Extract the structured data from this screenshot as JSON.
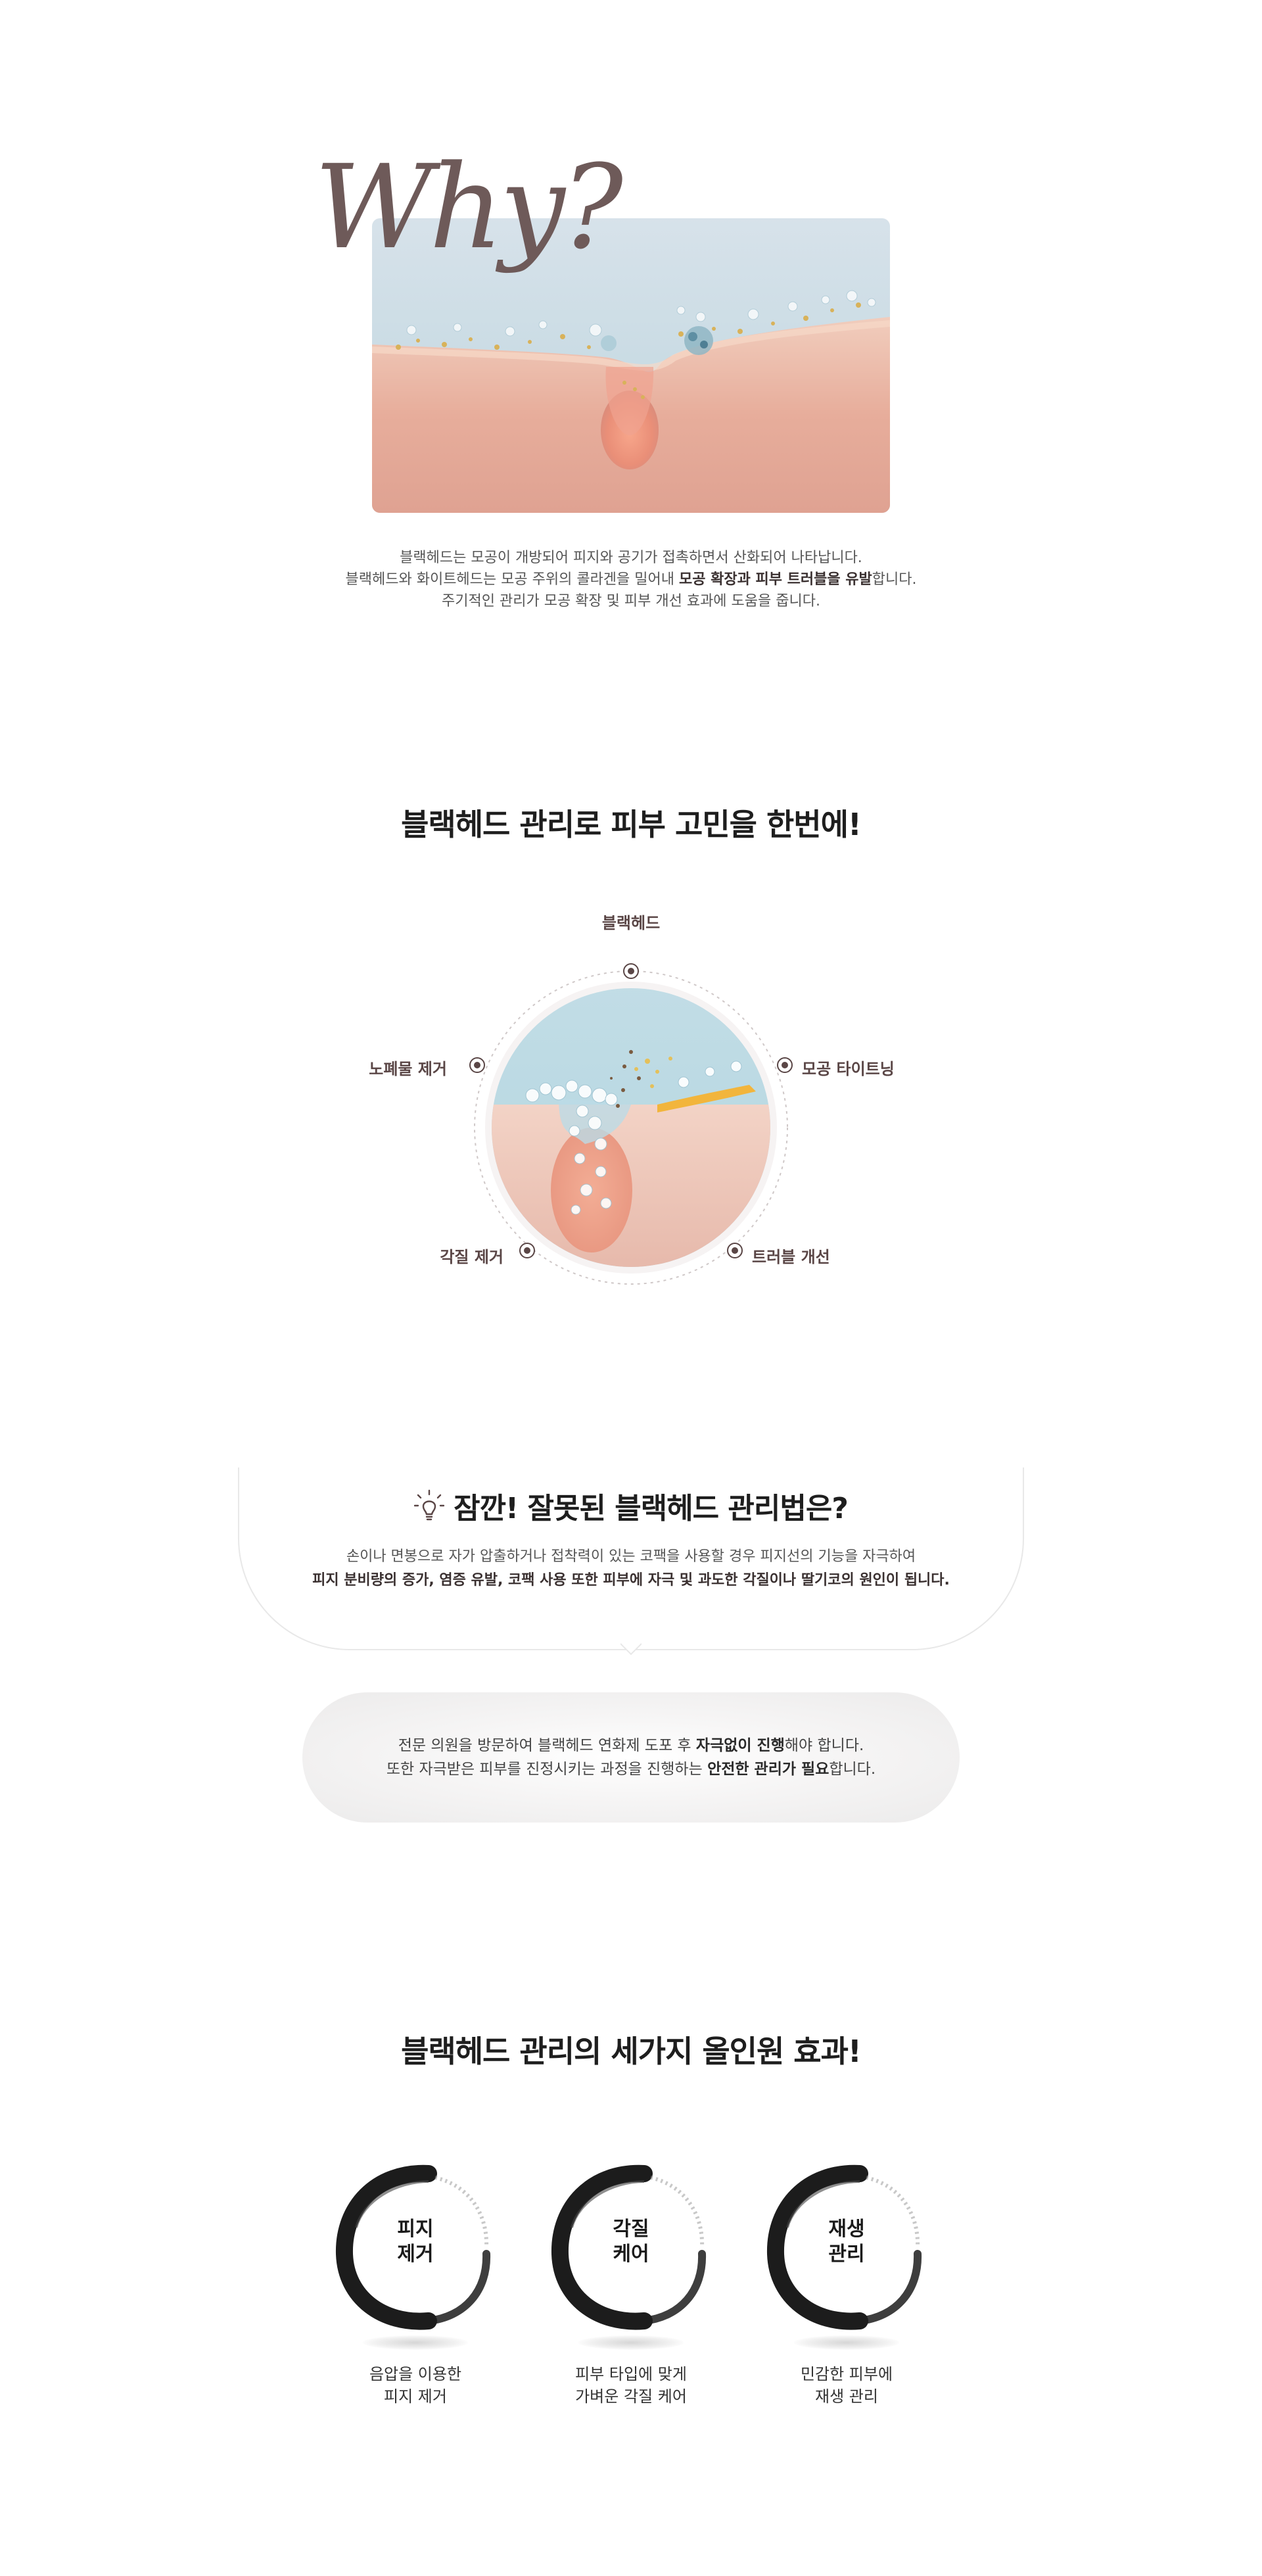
{
  "why": {
    "heading": "Why?",
    "lines": [
      {
        "plain": "블랙헤드는 모공이 개방되어 피지와 공기가 접촉하면서 산화되어 나타납니다.",
        "bold": "",
        "tail": ""
      },
      {
        "plain": "블랙헤드와 화이트헤드는 모공 주위의 콜라겐을 밀어내 ",
        "bold": "모공 확장과 피부 트러블을 유발",
        "tail": "합니다."
      },
      {
        "plain": "주기적인 관리가 모공 확장 및 피부 개선 효과에 도움을 줍니다.",
        "bold": "",
        "tail": ""
      }
    ]
  },
  "benefits": {
    "title": "블랙헤드 관리로 피부 고민을 한번에!",
    "labels": {
      "top": "블랙헤드",
      "left": "노폐물 제거",
      "right": "모공 타이트닝",
      "bottom_left": "각질 제거",
      "bottom_right": "트러블 개선"
    }
  },
  "tip": {
    "title": "잠깐! 잘못된 블랙헤드 관리법은?",
    "line1": "손이나 면봉으로 자가 압출하거나 접착력이 있는 코팩을 사용할 경우 피지선의 기능을 자극하여",
    "line2": "피지 분비량의 증가, 염증 유발, 코팩 사용 또한 피부에 자극 및 과도한 각질이나 딸기코의 원인이 됩니다."
  },
  "advice": {
    "line1_plain": "전문 의원을 방문하여 블랙헤드 연화제 도포 후 ",
    "line1_bold": "자극없이 진행",
    "line1_tail": "해야 합니다.",
    "line2_plain": "또한 자극받은 피부를 진정시키는 과정을 진행하는 ",
    "line2_bold": "안전한 관리가 필요",
    "line2_tail": "합니다."
  },
  "effects": {
    "title": "블랙헤드 관리의 세가지 올인원 효과!",
    "items": [
      {
        "name_line1": "피지",
        "name_line2": "제거",
        "desc_line1": "음압을 이용한",
        "desc_line2": "피지 제거"
      },
      {
        "name_line1": "각질",
        "name_line2": "케어",
        "desc_line1": "피부 타입에 맞게",
        "desc_line2": "가벼운 각질 케어"
      },
      {
        "name_line1": "재생",
        "name_line2": "관리",
        "desc_line1": "민감한 피부에",
        "desc_line2": "재생 관리"
      }
    ]
  },
  "colors": {
    "accent": "#6e5a59",
    "label": "#5a4646",
    "skin": "#e9b8a8",
    "sky": "#c9dde4"
  }
}
